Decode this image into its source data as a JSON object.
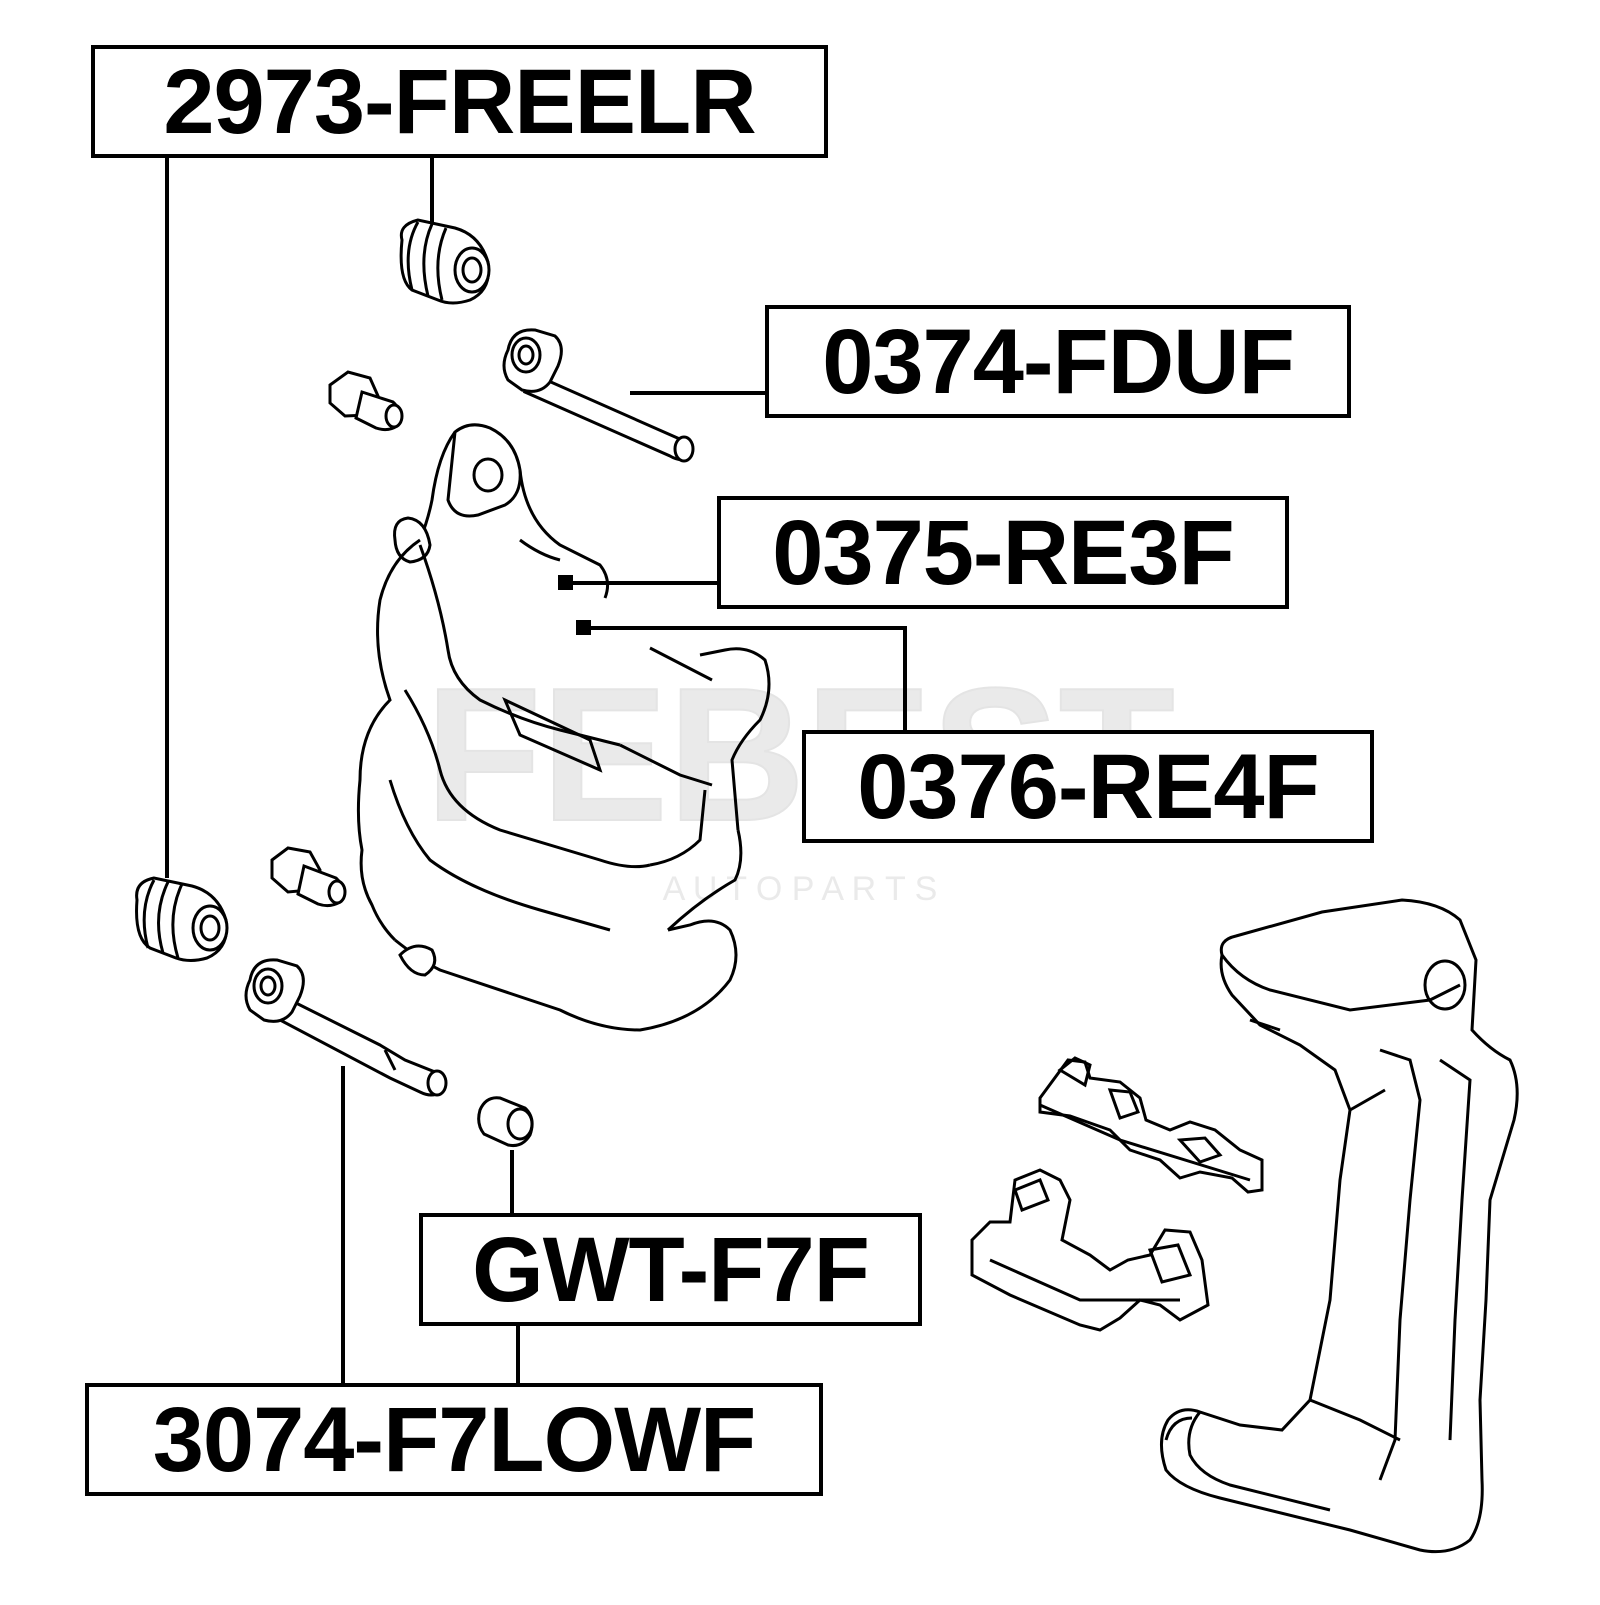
{
  "labels": [
    {
      "id": "lbl-0",
      "part_number": "2973-FREELR"
    },
    {
      "id": "lbl-1",
      "part_number": "0374-FDUF"
    },
    {
      "id": "lbl-2",
      "part_number": "0375-RE3F"
    },
    {
      "id": "lbl-3",
      "part_number": "0376-RE4F"
    },
    {
      "id": "lbl-4",
      "part_number": "GWT-F7F"
    },
    {
      "id": "lbl-5",
      "part_number": "3074-F7LOWF"
    }
  ],
  "watermark": {
    "logo_text": "FEBEST",
    "tagline": "A U T O P A R T S",
    "color": "#d9d9d9"
  },
  "colors": {
    "line": "#000000",
    "background": "#ffffff"
  }
}
